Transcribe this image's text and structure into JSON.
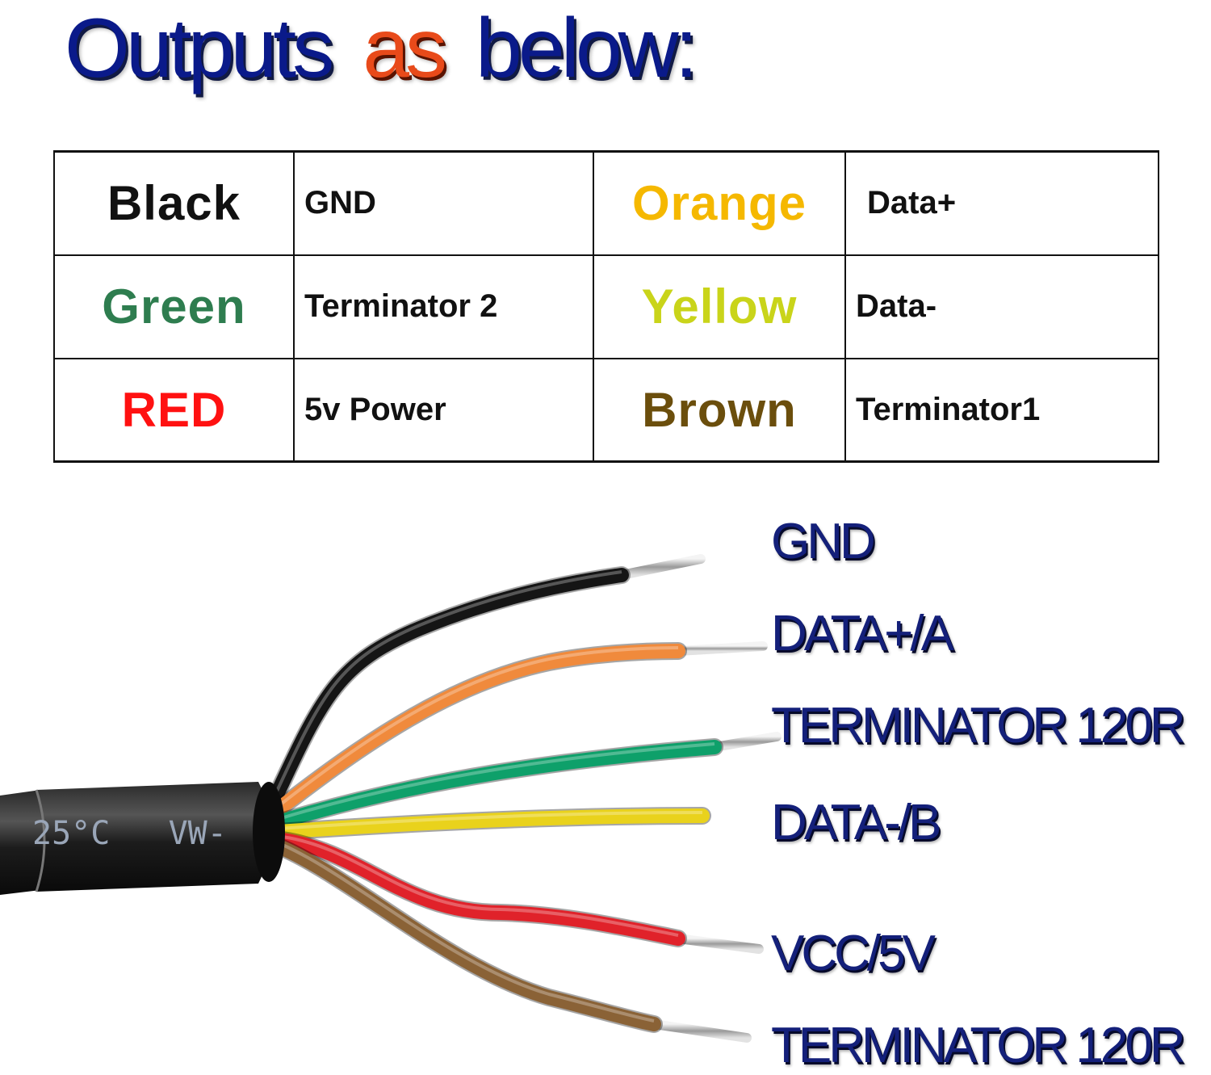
{
  "title": {
    "word1": "Outputs",
    "word2": "as",
    "word3": "below",
    "colon": ":"
  },
  "colors": {
    "black": "#111111",
    "green": "#2e7d4f",
    "red": "#ff1111",
    "orange": "#f5b800",
    "yellow": "#c9d41a",
    "brown": "#6b4e0c"
  },
  "table": {
    "rows": [
      {
        "color_a": "Black",
        "func_a": "GND",
        "color_b": "Orange",
        "func_b": "Data+"
      },
      {
        "color_a": "Green",
        "func_a": "Terminator 2",
        "color_b": "Yellow",
        "func_b": "Data-"
      },
      {
        "color_a": "RED",
        "func_a": "5v Power",
        "color_b": "Brown",
        "func_b": "Terminator1"
      }
    ]
  },
  "cable": {
    "jacket_marks": "25°C   VW-",
    "wires": [
      {
        "color": "#151515",
        "label": "GND"
      },
      {
        "color": "#f08a3c",
        "label": "DATA+/A"
      },
      {
        "color": "#0ea06a",
        "label": "TERMINATOR 120R"
      },
      {
        "color": "#e9d21c",
        "label": "DATA-/B"
      },
      {
        "color": "#e0222a",
        "label": "VCC/5V"
      },
      {
        "color": "#8a6236",
        "label": "TERMINATOR 120R"
      }
    ]
  }
}
